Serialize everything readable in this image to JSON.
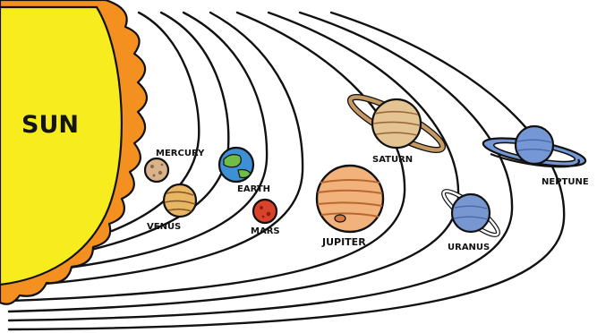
{
  "diagram": {
    "colors": {
      "background": "#ffffff",
      "outline": "#111111",
      "sun": "#f7ec1e",
      "sun_flames": "#f4901f",
      "mercury": "#d9b48a",
      "venus": "#e7b764",
      "earth_ocean": "#3d8fd6",
      "earth_land": "#6fbd45",
      "mars": "#d9432b",
      "jupiter": "#f2b27c",
      "saturn": "#e5c493",
      "uranus": "#7897d1",
      "neptune": "#7597d6"
    },
    "sun": {
      "label": "SUN"
    },
    "planets": [
      {
        "key": "mercury",
        "label": "MERCURY"
      },
      {
        "key": "venus",
        "label": "VENUS"
      },
      {
        "key": "earth",
        "label": "EARTH"
      },
      {
        "key": "mars",
        "label": "MARS"
      },
      {
        "key": "jupiter",
        "label": "JUPITER"
      },
      {
        "key": "saturn",
        "label": "SATURN"
      },
      {
        "key": "uranus",
        "label": "URANUS"
      },
      {
        "key": "neptune",
        "label": "NEPTUNE"
      }
    ]
  }
}
